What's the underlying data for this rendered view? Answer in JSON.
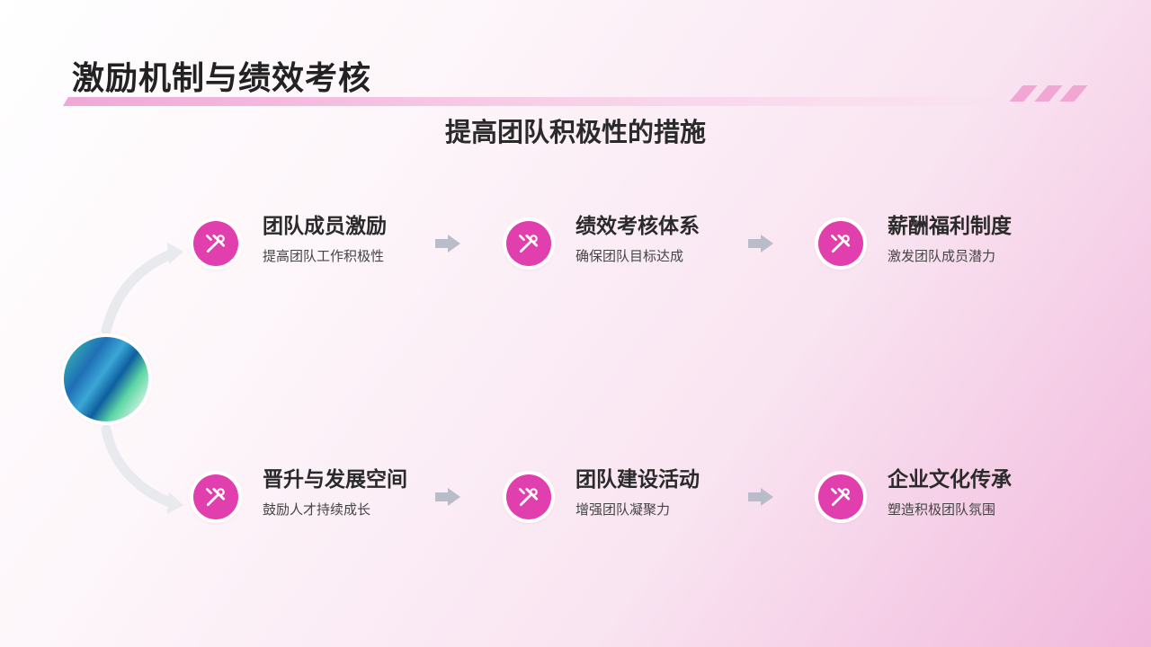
{
  "slide": {
    "title": "激励机制与绩效考核",
    "subtitle": "提高团队积极性的措施"
  },
  "items": [
    {
      "title": "团队成员激励",
      "desc": "提高团队工作积极性",
      "icon": "tools-icon"
    },
    {
      "title": "绩效考核体系",
      "desc": "确保团队目标达成",
      "icon": "tools-icon"
    },
    {
      "title": "薪酬福利制度",
      "desc": "激发团队成员潜力",
      "icon": "tools-icon"
    },
    {
      "title": "晋升与发展空间",
      "desc": "鼓励人才持续成长",
      "icon": "tools-icon"
    },
    {
      "title": "团队建设活动",
      "desc": "增强团队凝聚力",
      "icon": "tools-icon"
    },
    {
      "title": "企业文化传承",
      "desc": "塑造积极团队氛围",
      "icon": "tools-icon"
    }
  ],
  "colors": {
    "accent": "#e23fae",
    "arrow": "#b9bdc9"
  }
}
